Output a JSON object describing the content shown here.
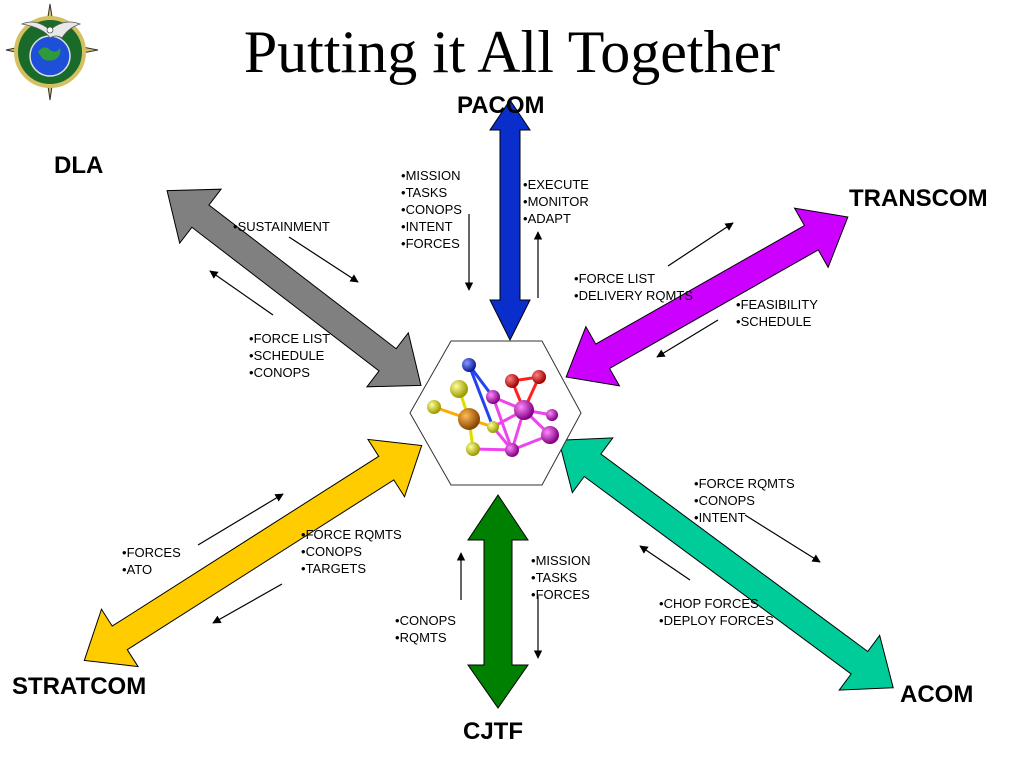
{
  "slide": {
    "title": "Putting it All Together"
  },
  "nodes": {
    "pacom": "PACOM",
    "dla": "DLA",
    "transcom": "TRANSCOM",
    "stratcom": "STRATCOM",
    "acom": "ACOM",
    "cjtf": "CJTF"
  },
  "lists": {
    "pacom_down": [
      "MISSION",
      "TASKS",
      "CONOPS",
      "INTENT",
      "FORCES"
    ],
    "pacom_up": [
      "EXECUTE",
      "MONITOR",
      "ADAPT"
    ],
    "dla_out": [
      "SUSTAINMENT"
    ],
    "dla_in": [
      "FORCE LIST",
      "SCHEDULE",
      "CONOPS"
    ],
    "transcom_out": [
      "FORCE LIST",
      "DELIVERY RQMTS"
    ],
    "transcom_in": [
      "FEASIBILITY",
      "SCHEDULE"
    ],
    "stratcom_in": [
      "FORCES",
      "ATO"
    ],
    "stratcom_out": [
      "FORCE RQMTS",
      "CONOPS",
      "TARGETS"
    ],
    "acom_out": [
      "FORCE RQMTS",
      "CONOPS",
      "INTENT"
    ],
    "acom_in": [
      "CHOP FORCES",
      "DEPLOY FORCES"
    ],
    "cjtf_down": [
      "MISSION",
      "TASKS",
      "FORCES"
    ],
    "cjtf_up": [
      "CONOPS",
      "RQMTS"
    ]
  },
  "colors": {
    "pacom": "#0a2ecc",
    "dla": "#808080",
    "transcom": "#cc00ff",
    "stratcom": "#ffcc00",
    "acom": "#00cc99",
    "cjtf": "#008000"
  },
  "icons": {
    "emblem": "joint-command-emblem-icon",
    "center": "molecule-icon"
  }
}
